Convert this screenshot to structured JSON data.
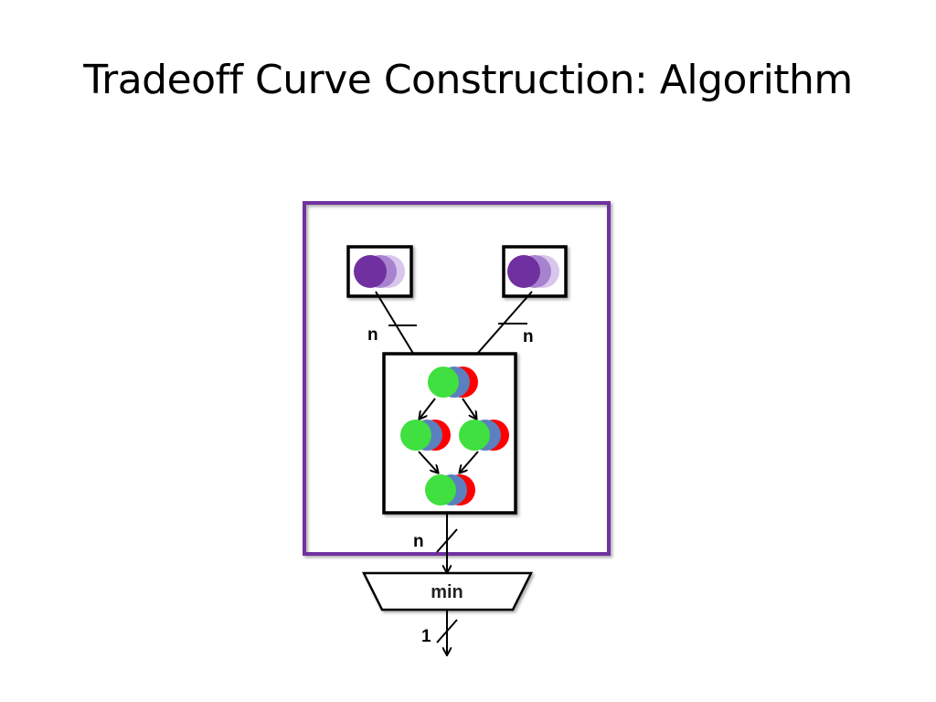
{
  "slide": {
    "title": "Tradeoff Curve Construction: Algorithm"
  },
  "diagram": {
    "labels": {
      "left_input_width": "n",
      "right_input_width": "n",
      "output_width": "n",
      "final_width": "1",
      "min_block": "min"
    },
    "colors": {
      "outer_frame": "#7030A0",
      "token_purple": "#7030A0",
      "node_green": "#3FE03F",
      "node_blue": "#5B7FBF",
      "node_red": "#FF0000"
    }
  }
}
